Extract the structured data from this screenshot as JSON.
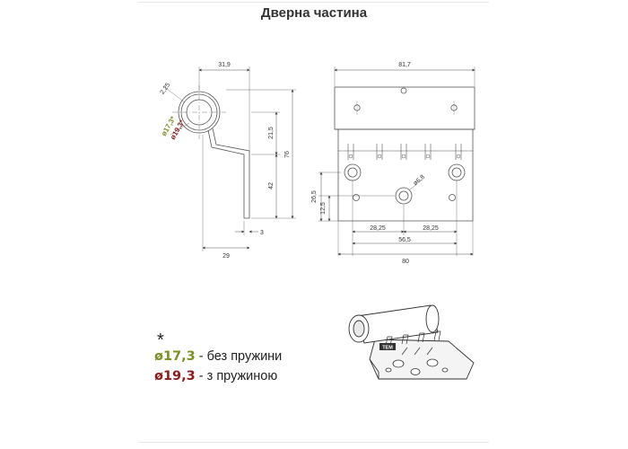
{
  "title": "Дверна частина",
  "colors": {
    "green": "#7a8f26",
    "red": "#8c1c1c",
    "line": "#555555"
  },
  "side_view": {
    "dim_top": "31,9",
    "dim_pin": "2,25",
    "dim_upper": "21,5",
    "dim_lower": "42",
    "dim_total": "76",
    "dim_base": "29",
    "dim_thick": "3",
    "diam_green": "ø17,3*",
    "diam_red": "ø19,3*"
  },
  "front_view": {
    "dim_top": "81,7",
    "dim_h1": "26,5",
    "dim_h2": "12,5",
    "dim_half_left": "28,25",
    "dim_half_right": "28,25",
    "dim_center": "56,5",
    "dim_bottom": "80",
    "dim_hole": "ø6,8"
  },
  "legend": {
    "star": "*",
    "item1_value": "ø17,3",
    "item1_text": " - без пружини",
    "item2_value": "ø19,3",
    "item2_text": " - з пружиною"
  },
  "photo_badge": "TEM"
}
